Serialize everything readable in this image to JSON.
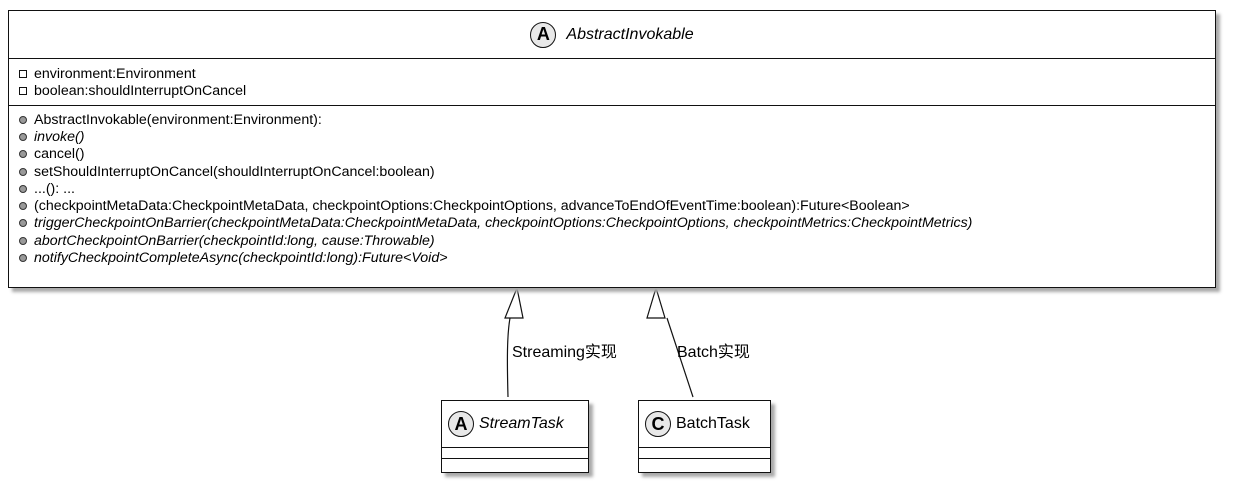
{
  "diagram": {
    "parent": {
      "stereotype_icon": "abstract-class-icon",
      "stereotype_letter": "A",
      "name": "AbstractInvokable",
      "fields": [
        {
          "visibility": "private",
          "text": "environment:Environment"
        },
        {
          "visibility": "private",
          "text": "boolean:shouldInterruptOnCancel"
        }
      ],
      "methods": [
        {
          "visibility": "public",
          "italic": false,
          "text": "AbstractInvokable(environment:Environment):"
        },
        {
          "visibility": "public",
          "italic": true,
          "text": "invoke()"
        },
        {
          "visibility": "public",
          "italic": false,
          "text": "cancel()"
        },
        {
          "visibility": "public",
          "italic": false,
          "text": "setShouldInterruptOnCancel(shouldInterruptOnCancel:boolean)"
        },
        {
          "visibility": "public",
          "italic": false,
          "text": "...(): ..."
        },
        {
          "visibility": "public",
          "italic": false,
          "text": "(checkpointMetaData:CheckpointMetaData, checkpointOptions:CheckpointOptions, advanceToEndOfEventTime:boolean):Future<Boolean>"
        },
        {
          "visibility": "public",
          "italic": true,
          "text": "triggerCheckpointOnBarrier(checkpointMetaData:CheckpointMetaData, checkpointOptions:CheckpointOptions, checkpointMetrics:CheckpointMetrics)"
        },
        {
          "visibility": "public",
          "italic": true,
          "text": "abortCheckpointOnBarrier(checkpointId:long, cause:Throwable)"
        },
        {
          "visibility": "public",
          "italic": true,
          "text": "notifyCheckpointCompleteAsync(checkpointId:long):Future<Void>"
        }
      ]
    },
    "children": [
      {
        "stereotype_letter": "A",
        "name": "StreamTask",
        "italic": true,
        "edge_label": "Streaming实现"
      },
      {
        "stereotype_letter": "C",
        "name": "BatchTask",
        "italic": false,
        "edge_label": "Batch实现"
      }
    ]
  }
}
